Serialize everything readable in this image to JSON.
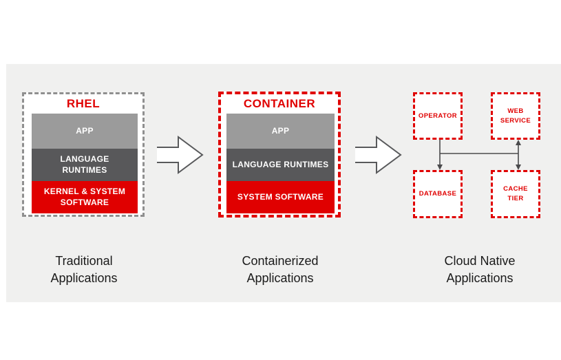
{
  "palette": {
    "red": "#e00000",
    "app-gray": "#9b9b9b",
    "runtime-gray": "#58585a",
    "band-gray": "#f0f0ef",
    "dash-gray": "#8f8f8f",
    "arrow-stroke": "#58595b",
    "connector-gray": "#4a4a4c",
    "layer-text": "#ffffff",
    "caption-text": "#1a1a1a"
  },
  "traditional": {
    "box_title": "RHEL",
    "layers": [
      {
        "label": "APP"
      },
      {
        "label": "LANGUAGE RUNTIMES"
      },
      {
        "label": "KERNEL & SYSTEM SOFTWARE"
      }
    ],
    "caption": "Traditional\nApplications"
  },
  "containerized": {
    "box_title": "CONTAINER",
    "layers": [
      {
        "label": "APP"
      },
      {
        "label": "LANGUAGE RUNTIMES"
      },
      {
        "label": "SYSTEM SOFTWARE"
      }
    ],
    "caption": "Containerized\nApplications"
  },
  "cloud_native": {
    "nodes": [
      {
        "label": "OPERATOR"
      },
      {
        "label": "WEB\nSERVICE"
      },
      {
        "label": "DATABASE"
      },
      {
        "label": "CACHE\nTIER"
      }
    ],
    "caption": "Cloud Native\nApplications"
  }
}
